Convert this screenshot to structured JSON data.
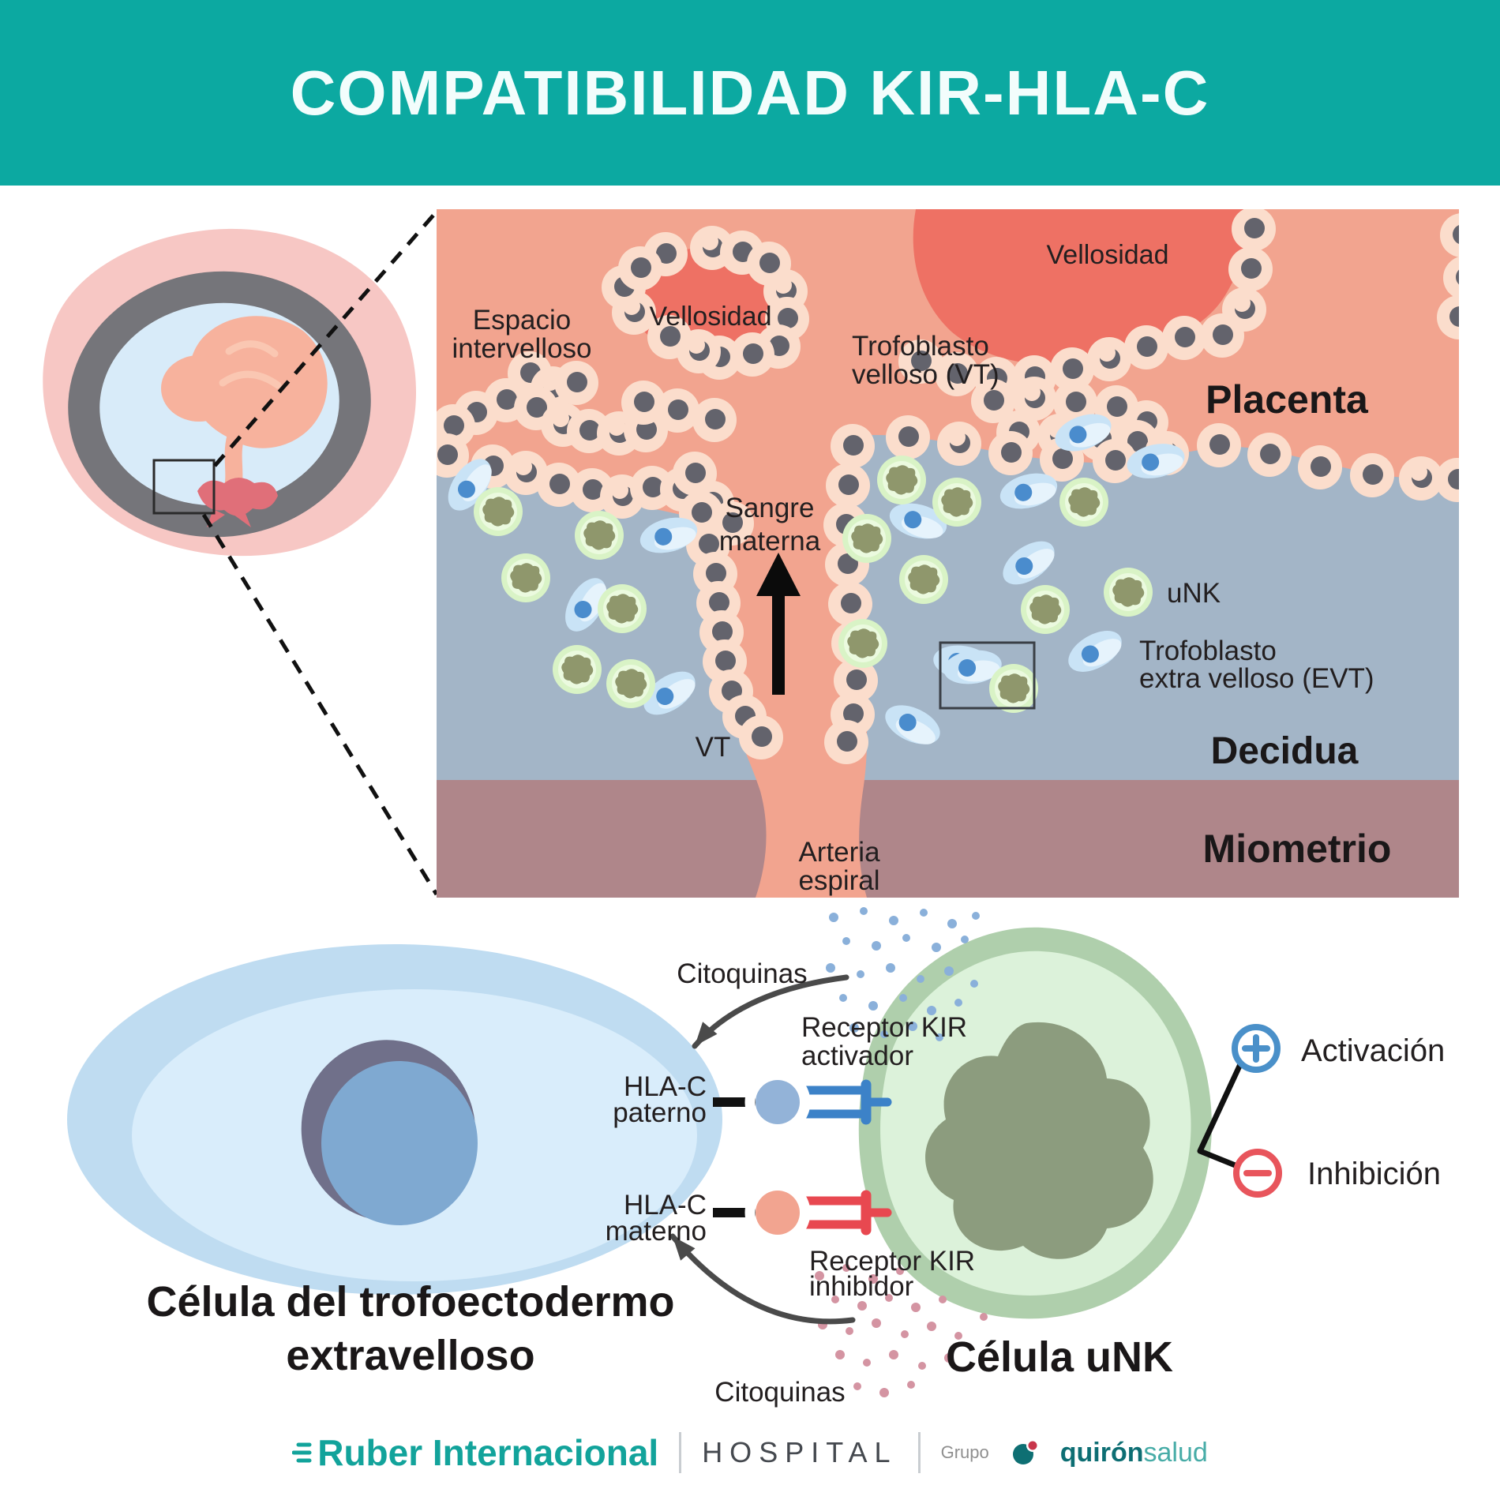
{
  "header": {
    "title": "COMPATIBILIDAD KIR-HLA-C"
  },
  "colors": {
    "header_teal": "#0CA9A1",
    "placenta_salmon": "#F2A48F",
    "villus_red": "#EE7164",
    "decidua_blue": "#A3B5C7",
    "miometrio_mauve": "#AF868A",
    "trophoblast_peach": "#FBDDCC",
    "trophoblast_nucleus_gray": "#63636C",
    "evt_cell_blue": "#C9E3F6",
    "evt_nucleus_blue": "#4A8CCD",
    "unk_cell_green": "#D9F3C6",
    "unk_nucleus_olive": "#8F976C",
    "activation_blue": "#4A90C9",
    "inhibition_red": "#E8555C",
    "brand_teal": "#12A39B"
  },
  "main": {
    "labels": {
      "espacio_line1": "Espacio",
      "espacio_line2": "intervelloso",
      "vellosidad_left": "Vellosidad",
      "vellosidad_right": "Vellosidad",
      "trofoblasto_velloso_line1": "Trofoblasto",
      "trofoblasto_velloso_line2": "velloso (VT)",
      "placenta": "Placenta",
      "sangre_line1": "Sangre",
      "sangre_line2": "materna",
      "unk": "uNK",
      "evt_line1": "Trofoblasto",
      "evt_line2": "extra velloso (EVT)",
      "decidua": "Decidua",
      "vt": "VT",
      "arteria_line1": "Arteria",
      "arteria_line2": "espiral",
      "miometrio": "Miometrio"
    }
  },
  "bottom": {
    "labels": {
      "citoquinas_top": "Citoquinas",
      "citoquinas_bottom": "Citoquinas",
      "receptor_activador_line1": "Receptor KIR",
      "receptor_activador_line2": "activador",
      "receptor_inhibidor_line1": "Receptor KIR",
      "receptor_inhibidor_line2": "inhibidor",
      "hla_paterno_line1": "HLA-C",
      "hla_paterno_line2": "paterno",
      "hla_materno_line1": "HLA-C",
      "hla_materno_line2": "materno",
      "trophoblast_cell_line1": "Célula del trofoectodermo",
      "trophoblast_cell_line2": "extravelloso",
      "unk_cell": "Célula uNK",
      "activacion": "Activación",
      "inhibicion": "Inhibición"
    }
  },
  "footer": {
    "brand": "Ruber Internacional",
    "hospital": "HOSPITAL",
    "grupo": "Grupo",
    "quiron": "quirón",
    "salud": "salud"
  }
}
